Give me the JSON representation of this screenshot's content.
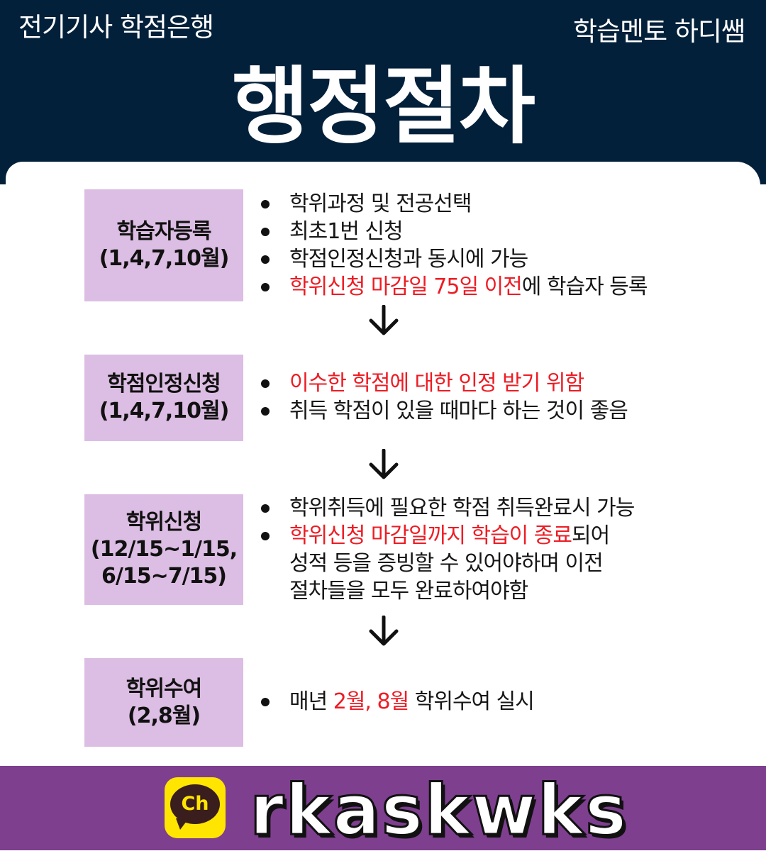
{
  "header": {
    "left_title": "전기기사 학점은행",
    "right_title": "학습멘토 하디쌤",
    "main_title": "행정절차"
  },
  "steps": [
    {
      "title": "학습자등록",
      "period_lines": [
        "(1,4,7,10월)"
      ],
      "bullets": [
        {
          "lines": [
            [
              {
                "text": "학위과정 및 전공선택",
                "highlight": false
              }
            ]
          ]
        },
        {
          "lines": [
            [
              {
                "text": "최초1번 신청",
                "highlight": false
              }
            ]
          ]
        },
        {
          "lines": [
            [
              {
                "text": "학점인정신청과 동시에 가능",
                "highlight": false
              }
            ]
          ]
        },
        {
          "lines": [
            [
              {
                "text": "학위신청 마감일 75일 이전",
                "highlight": true
              },
              {
                "text": "에 학습자 등록",
                "highlight": false
              }
            ]
          ]
        }
      ]
    },
    {
      "title": "학점인정신청",
      "period_lines": [
        "(1,4,7,10월)"
      ],
      "bullets": [
        {
          "lines": [
            [
              {
                "text": "이수한 학점에 대한 인정 받기 위함",
                "highlight": true
              }
            ]
          ]
        },
        {
          "lines": [
            [
              {
                "text": "취득 학점이 있을 때마다 하는 것이 좋음",
                "highlight": false
              }
            ]
          ]
        }
      ]
    },
    {
      "title": "학위신청",
      "period_lines": [
        "(12/15~1/15,",
        "6/15~7/15)"
      ],
      "bullets": [
        {
          "lines": [
            [
              {
                "text": "학위취득에 필요한 학점 취득완료시 가능",
                "highlight": false
              }
            ]
          ]
        },
        {
          "lines": [
            [
              {
                "text": "학위신청 마감일까지 학습이 종료",
                "highlight": true
              },
              {
                "text": "되어",
                "highlight": false
              }
            ],
            [
              {
                "text": "성적 등을 증빙할 수 있어야하며 이전",
                "highlight": false
              }
            ],
            [
              {
                "text": "절차들을 모두 완료하여야함",
                "highlight": false
              }
            ]
          ]
        }
      ]
    },
    {
      "title": "학위수여",
      "period_lines": [
        "(2,8월)"
      ],
      "bullets": [
        {
          "lines": [
            [
              {
                "text": "매년 ",
                "highlight": false
              },
              {
                "text": "2월, 8월",
                "highlight": true
              },
              {
                "text": " 학위수여 실시",
                "highlight": false
              }
            ]
          ]
        }
      ]
    }
  ],
  "footer": {
    "icon_label": "Ch",
    "channel_id": "rkaskwks"
  },
  "colors": {
    "header_bg": "#03203a",
    "step_box_bg": "#dcbde3",
    "highlight_text": "#ee1c24",
    "footer_bg": "#7e3f8f",
    "kakao_yellow": "#ffe500"
  }
}
